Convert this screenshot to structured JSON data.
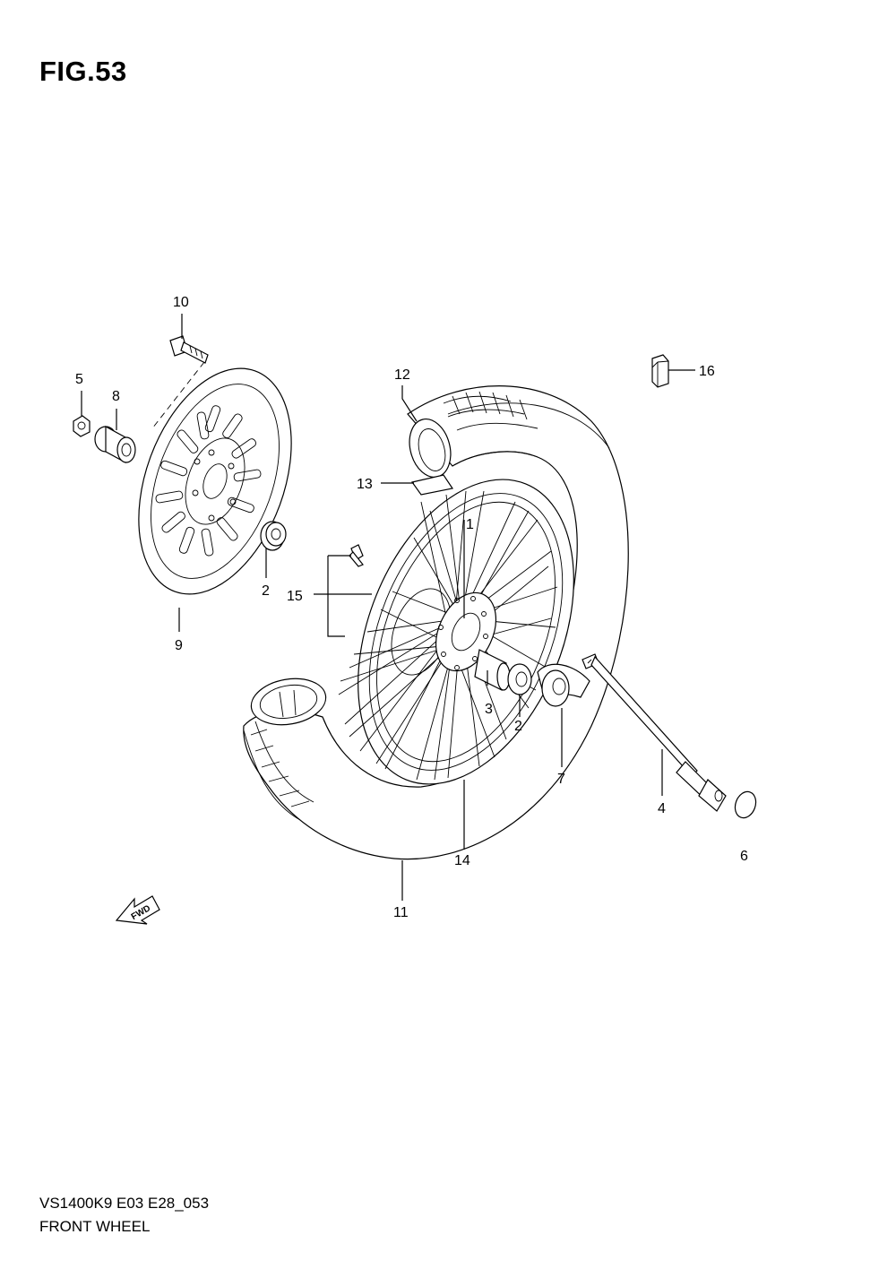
{
  "figure": {
    "title": "FIG.53"
  },
  "footer": {
    "code": "VS1400K9 E03 E28_053",
    "name": "FRONT WHEEL"
  },
  "arrow": {
    "label": "FWD"
  },
  "callouts": {
    "c1": "1",
    "c2a": "2",
    "c2b": "2",
    "c3": "3",
    "c4": "4",
    "c5": "5",
    "c6": "6",
    "c7": "7",
    "c8": "8",
    "c9": "9",
    "c10": "10",
    "c11": "11",
    "c12": "12",
    "c13": "13",
    "c14": "14",
    "c15": "15",
    "c16": "16"
  }
}
